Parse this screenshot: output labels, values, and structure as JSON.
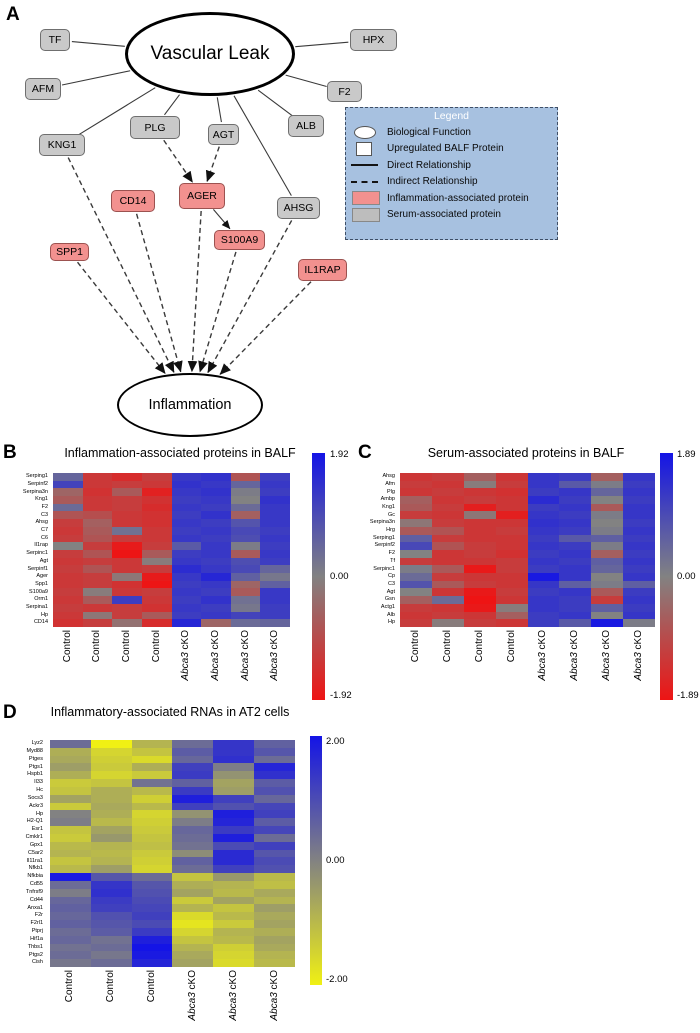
{
  "panelA": {
    "label": "A",
    "function_nodes": [
      {
        "id": "vascular_leak",
        "label": "Vascular Leak"
      },
      {
        "id": "inflammation",
        "label": "Inflammation"
      }
    ],
    "protein_nodes": [
      {
        "id": "TF",
        "label": "TF",
        "type": "serum"
      },
      {
        "id": "HPX",
        "label": "HPX",
        "type": "serum"
      },
      {
        "id": "AFM",
        "label": "AFM",
        "type": "serum"
      },
      {
        "id": "F2",
        "label": "F2",
        "type": "serum"
      },
      {
        "id": "KNG1",
        "label": "KNG1",
        "type": "serum"
      },
      {
        "id": "PLG",
        "label": "PLG",
        "type": "serum"
      },
      {
        "id": "AGT",
        "label": "AGT",
        "type": "serum"
      },
      {
        "id": "ALB",
        "label": "ALB",
        "type": "serum"
      },
      {
        "id": "AHSG",
        "label": "AHSG",
        "type": "serum"
      },
      {
        "id": "CD14",
        "label": "CD14",
        "type": "inflammation"
      },
      {
        "id": "AGER",
        "label": "AGER",
        "type": "inflammation"
      },
      {
        "id": "S100A9",
        "label": "S100A9",
        "type": "inflammation"
      },
      {
        "id": "SPP1",
        "label": "SPP1",
        "type": "inflammation"
      },
      {
        "id": "IL1RAP",
        "label": "IL1RAP",
        "type": "inflammation"
      }
    ],
    "edges": [
      {
        "from": "vascular_leak",
        "to": "TF",
        "style": "direct",
        "arrow": false
      },
      {
        "from": "vascular_leak",
        "to": "HPX",
        "style": "direct",
        "arrow": false
      },
      {
        "from": "vascular_leak",
        "to": "AFM",
        "style": "direct",
        "arrow": false
      },
      {
        "from": "vascular_leak",
        "to": "F2",
        "style": "direct",
        "arrow": false
      },
      {
        "from": "vascular_leak",
        "to": "KNG1",
        "style": "direct",
        "arrow": false
      },
      {
        "from": "vascular_leak",
        "to": "PLG",
        "style": "direct",
        "arrow": false
      },
      {
        "from": "vascular_leak",
        "to": "AGT",
        "style": "direct",
        "arrow": false
      },
      {
        "from": "vascular_leak",
        "to": "ALB",
        "style": "direct",
        "arrow": false
      },
      {
        "from": "vascular_leak",
        "to": "AHSG",
        "style": "direct",
        "arrow": false
      },
      {
        "from": "PLG",
        "to": "AGER",
        "style": "indirect",
        "arrow": true
      },
      {
        "from": "AGT",
        "to": "AGER",
        "style": "indirect",
        "arrow": true
      },
      {
        "from": "AGER",
        "to": "S100A9",
        "style": "direct",
        "arrow": true
      },
      {
        "from": "KNG1",
        "to": "inflammation",
        "style": "indirect",
        "arrow": true
      },
      {
        "from": "SPP1",
        "to": "inflammation",
        "style": "indirect",
        "arrow": true
      },
      {
        "from": "CD14",
        "to": "inflammation",
        "style": "indirect",
        "arrow": true
      },
      {
        "from": "AGER",
        "to": "inflammation",
        "style": "indirect",
        "arrow": true
      },
      {
        "from": "S100A9",
        "to": "inflammation",
        "style": "indirect",
        "arrow": true
      },
      {
        "from": "AHSG",
        "to": "inflammation",
        "style": "indirect",
        "arrow": true
      },
      {
        "from": "IL1RAP",
        "to": "inflammation",
        "style": "indirect",
        "arrow": true
      }
    ],
    "legend": {
      "title": "Legend",
      "items": [
        {
          "icon": "ellipse",
          "label": "Biological Function"
        },
        {
          "icon": "white-square",
          "label": "Upregulated BALF Protein"
        },
        {
          "icon": "solid-line",
          "label": "Direct Relationship"
        },
        {
          "icon": "dashed-line",
          "label": "Indirect Relationship"
        },
        {
          "icon": "pink-square",
          "label": "Inflammation-associated protein"
        },
        {
          "icon": "gray-square",
          "label": "Serum-associated protein"
        }
      ]
    },
    "colors": {
      "inflammation_protein": "#F2918F",
      "serum_protein": "#C9C9C9",
      "legend_background": "#A7C1E0"
    }
  },
  "chart_data": [
    {
      "type": "heatmap",
      "panel_label": "B",
      "title": "Inflammation-associated proteins in BALF",
      "rows": [
        "Serping1",
        "Serpinf2",
        "Serpina3n",
        "Kng1",
        "F2",
        "C3",
        "Ahsg",
        "C7",
        "C6",
        "Il1rap",
        "Serpinc1",
        "Agt",
        "Serpinf1",
        "Ager",
        "Spp1",
        "S100a9",
        "Orm1",
        "Serpina1",
        "Hp",
        "CD14"
      ],
      "columns": [
        {
          "italic": "",
          "text": "Control"
        },
        {
          "italic": "",
          "text": "Control"
        },
        {
          "italic": "",
          "text": "Control"
        },
        {
          "italic": "",
          "text": "Control"
        },
        {
          "italic": "Abca3",
          "text": " cKO"
        },
        {
          "italic": "Abca3",
          "text": " cKO"
        },
        {
          "italic": "Abca3",
          "text": " cKO"
        },
        {
          "italic": "Abca3",
          "text": " cKO"
        }
      ],
      "values": [
        [
          0.5,
          -1.3,
          -1.5,
          -1.2,
          1.3,
          1.4,
          -0.8,
          1.2
        ],
        [
          1.1,
          -1.3,
          -1.2,
          -1.3,
          1.4,
          1.3,
          0.5,
          1.3
        ],
        [
          -0.5,
          -1.4,
          -0.7,
          -1.7,
          1.3,
          1.4,
          0.1,
          1.2
        ],
        [
          -0.7,
          -1.3,
          -1.2,
          -1.4,
          1.2,
          1.3,
          0.0,
          1.4
        ],
        [
          0.4,
          -1.3,
          -1.2,
          -1.5,
          1.3,
          1.2,
          0.4,
          1.3
        ],
        [
          -0.8,
          -0.9,
          -1.3,
          -1.4,
          1.2,
          1.4,
          -0.6,
          1.3
        ],
        [
          -1.2,
          -0.6,
          -1.3,
          -1.4,
          1.3,
          1.2,
          0.8,
          1.3
        ],
        [
          -1.3,
          -0.7,
          0.3,
          -1.3,
          1.2,
          1.3,
          1.0,
          1.2
        ],
        [
          -1.2,
          -0.8,
          -1.2,
          -1.3,
          1.3,
          1.2,
          0.9,
          1.3
        ],
        [
          0.0,
          -1.2,
          -1.8,
          -1.2,
          0.7,
          1.3,
          0.1,
          1.2
        ],
        [
          -1.2,
          -0.8,
          -1.9,
          -0.7,
          1.2,
          1.3,
          -0.7,
          1.3
        ],
        [
          -1.3,
          -1.2,
          -1.3,
          -0.1,
          1.3,
          1.2,
          0.9,
          1.2
        ],
        [
          -1.2,
          -0.8,
          -1.3,
          -1.2,
          1.5,
          1.3,
          1.0,
          0.5
        ],
        [
          -1.3,
          -1.2,
          -0.2,
          -1.8,
          1.3,
          1.6,
          0.6,
          0.2
        ],
        [
          -1.3,
          -1.2,
          -1.4,
          -1.9,
          1.2,
          1.3,
          -0.5,
          0.6
        ],
        [
          -1.2,
          -0.1,
          -1.3,
          -1.2,
          1.3,
          1.2,
          -0.7,
          1.3
        ],
        [
          -1.3,
          -0.7,
          1.2,
          -1.3,
          1.2,
          1.4,
          0.3,
          1.3
        ],
        [
          -1.2,
          -1.3,
          -1.2,
          -1.4,
          1.3,
          1.2,
          0.2,
          1.2
        ],
        [
          -1.3,
          -0.2,
          -1.2,
          -0.7,
          1.2,
          1.3,
          1.1,
          1.2
        ],
        [
          -1.4,
          -1.2,
          -0.3,
          -1.5,
          1.6,
          -0.5,
          0.4,
          0.5
        ]
      ],
      "scale_max": 1.92,
      "colorbar": {
        "max": "1.92",
        "mid": "0.00",
        "min": "-1.92"
      },
      "color_scale": {
        "positive": "#1414E6",
        "zero": "#828282",
        "negative": "#EE1414"
      }
    },
    {
      "type": "heatmap",
      "panel_label": "C",
      "title": "Serum-associated proteins in BALF",
      "rows": [
        "Ahsg",
        "Afm",
        "Plg",
        "Ambp",
        "Kng1",
        "Gc",
        "Serpina3n",
        "Hrg",
        "Serping1",
        "Serpinf2",
        "F2",
        "Tf",
        "Serpinc1",
        "Cp",
        "C3",
        "Agt",
        "Gsn",
        "Actg1",
        "Alb",
        "Hp"
      ],
      "columns": [
        {
          "italic": "",
          "text": "Control"
        },
        {
          "italic": "",
          "text": "Control"
        },
        {
          "italic": "",
          "text": "Control"
        },
        {
          "italic": "",
          "text": "Control"
        },
        {
          "italic": "Abca3",
          "text": " cKO"
        },
        {
          "italic": "Abca3",
          "text": " cKO"
        },
        {
          "italic": "Abca3",
          "text": " cKO"
        },
        {
          "italic": "Abca3",
          "text": " cKO"
        }
      ],
      "values": [
        [
          -1.3,
          -1.2,
          -0.6,
          -1.3,
          1.3,
          1.2,
          -0.6,
          1.3
        ],
        [
          -1.2,
          -1.3,
          -0.1,
          -1.2,
          1.3,
          0.7,
          0.1,
          1.2
        ],
        [
          -1.3,
          -1.2,
          -1.3,
          -1.4,
          1.2,
          1.3,
          0.5,
          1.3
        ],
        [
          -0.6,
          -1.3,
          -1.2,
          -1.3,
          1.5,
          1.2,
          0.0,
          1.2
        ],
        [
          -0.7,
          -1.2,
          -1.7,
          -1.3,
          1.2,
          1.3,
          -0.7,
          1.3
        ],
        [
          -1.2,
          -1.3,
          -0.2,
          -1.7,
          1.3,
          1.2,
          0.1,
          1.3
        ],
        [
          -0.2,
          -1.2,
          -1.3,
          -1.3,
          1.4,
          1.3,
          0.0,
          1.2
        ],
        [
          -0.7,
          -0.8,
          -1.3,
          -1.2,
          1.3,
          1.2,
          0.1,
          1.3
        ],
        [
          0.6,
          -1.2,
          -1.3,
          -1.3,
          1.2,
          0.7,
          0.6,
          1.2
        ],
        [
          1.0,
          -0.8,
          -1.2,
          -1.3,
          1.3,
          1.2,
          0.1,
          1.3
        ],
        [
          0.0,
          -1.3,
          -1.2,
          -1.4,
          1.2,
          1.3,
          -0.6,
          1.2
        ],
        [
          -1.2,
          -1.3,
          -1.3,
          -1.2,
          1.3,
          1.2,
          0.6,
          1.3
        ],
        [
          0.1,
          -0.7,
          -1.8,
          -1.2,
          1.2,
          1.3,
          0.5,
          1.2
        ],
        [
          0.4,
          -1.2,
          -1.3,
          -1.3,
          1.8,
          1.3,
          0.0,
          1.3
        ],
        [
          0.8,
          -0.7,
          -1.2,
          -1.3,
          1.3,
          0.6,
          0.1,
          0.6
        ],
        [
          0.0,
          -1.3,
          -1.8,
          -1.2,
          1.2,
          1.3,
          -0.7,
          1.2
        ],
        [
          -0.6,
          0.4,
          -1.9,
          -1.3,
          1.3,
          1.2,
          -1.2,
          1.3
        ],
        [
          -1.2,
          -1.3,
          -1.8,
          -0.1,
          1.3,
          1.2,
          0.6,
          1.2
        ],
        [
          -1.3,
          -1.2,
          -1.3,
          -0.6,
          1.2,
          1.3,
          0.0,
          1.3
        ],
        [
          -1.2,
          -0.1,
          -1.2,
          -1.3,
          1.2,
          0.7,
          1.8,
          0.1
        ]
      ],
      "scale_max": 1.89,
      "colorbar": {
        "max": "1.89",
        "mid": "0.00",
        "min": "-1.89"
      },
      "color_scale": {
        "positive": "#1414E6",
        "zero": "#828282",
        "negative": "#EE1414"
      }
    },
    {
      "type": "heatmap",
      "panel_label": "D",
      "title": "Inflammatory-associated RNAs in AT2 cells",
      "rows": [
        "Lyz2",
        "Myd88",
        "Ptges",
        "Ptgs1",
        "Hspb1",
        "Il33",
        "Hc",
        "Socs3",
        "Ackr3",
        "Hp",
        "H2-Q1",
        "Esr1",
        "Cmklr1",
        "Gpx1",
        "C5ar2",
        "Il11ra1",
        "Nfkb1",
        "Nfkbia",
        "Cd55",
        "Tnfrsf9",
        "Cd44",
        "Anxa1",
        "F2r",
        "F2rl1",
        "Ptprj",
        "Hif1a",
        "Thbs1",
        "Ptgs2",
        "Cish"
      ],
      "columns": [
        {
          "italic": "",
          "text": "Control"
        },
        {
          "italic": "",
          "text": "Control"
        },
        {
          "italic": "",
          "text": "Control"
        },
        {
          "italic": "Abca3",
          "text": " cKO"
        },
        {
          "italic": "Abca3",
          "text": " cKO"
        },
        {
          "italic": "Abca3",
          "text": " cKO"
        }
      ],
      "values": [
        [
          0.4,
          -2.0,
          -0.9,
          0.4,
          1.4,
          0.6
        ],
        [
          -0.8,
          -1.5,
          -1.2,
          0.7,
          1.4,
          0.8
        ],
        [
          -0.7,
          -1.4,
          -1.6,
          0.5,
          1.5,
          0.4
        ],
        [
          -0.5,
          -1.3,
          -0.8,
          1.2,
          0.1,
          1.7
        ],
        [
          -0.8,
          -1.5,
          -1.3,
          1.3,
          -0.3,
          1.5
        ],
        [
          -1.3,
          -1.2,
          0.3,
          0.6,
          -0.6,
          0.7
        ],
        [
          -1.2,
          -0.8,
          -1.0,
          1.3,
          -0.5,
          0.9
        ],
        [
          -0.6,
          -0.8,
          -1.4,
          1.8,
          1.2,
          0.5
        ],
        [
          -1.3,
          -0.7,
          -1.0,
          1.2,
          0.9,
          1.1
        ],
        [
          0.0,
          -0.8,
          -1.5,
          -0.3,
          1.8,
          1.2
        ],
        [
          0.1,
          -1.0,
          -1.4,
          0.1,
          1.7,
          0.7
        ],
        [
          -1.2,
          -0.6,
          -1.3,
          0.5,
          1.3,
          1.1
        ],
        [
          -1.3,
          -0.4,
          -1.2,
          0.4,
          1.8,
          0.4
        ],
        [
          -1.0,
          -0.9,
          -1.1,
          0.3,
          1.0,
          1.2
        ],
        [
          -0.9,
          -1.0,
          -1.3,
          -0.2,
          1.6,
          0.8
        ],
        [
          -1.2,
          -0.9,
          -1.4,
          0.6,
          1.6,
          1.0
        ],
        [
          -1.0,
          -0.5,
          -1.5,
          0.4,
          1.2,
          0.9
        ],
        [
          1.9,
          0.8,
          0.4,
          -1.2,
          -0.4,
          -1.0
        ],
        [
          0.4,
          1.4,
          0.8,
          -0.8,
          -0.9,
          -1.1
        ],
        [
          0.1,
          1.5,
          0.9,
          -0.6,
          -1.0,
          -0.7
        ],
        [
          0.5,
          1.3,
          1.0,
          -1.3,
          -0.6,
          -0.9
        ],
        [
          0.6,
          1.2,
          1.1,
          -0.9,
          -1.2,
          -0.5
        ],
        [
          0.5,
          0.9,
          1.2,
          -1.6,
          -1.0,
          -0.7
        ],
        [
          0.6,
          0.8,
          1.0,
          -1.8,
          -1.3,
          -0.6
        ],
        [
          0.4,
          0.7,
          1.3,
          -1.5,
          -0.9,
          -0.8
        ],
        [
          0.5,
          0.3,
          1.8,
          -1.2,
          -1.0,
          -0.6
        ],
        [
          0.3,
          0.4,
          2.0,
          -0.9,
          -1.4,
          -0.7
        ],
        [
          0.4,
          0.2,
          1.9,
          -0.7,
          -1.5,
          -0.9
        ],
        [
          0.2,
          0.4,
          1.7,
          -0.6,
          -1.6,
          -1.0
        ]
      ],
      "scale_max": 2.0,
      "colorbar": {
        "max": "2.00",
        "mid": "0.00",
        "min": "-2.00"
      },
      "color_scale": {
        "positive": "#1414E6",
        "zero": "#828282",
        "negative": "#F0F014"
      }
    }
  ]
}
